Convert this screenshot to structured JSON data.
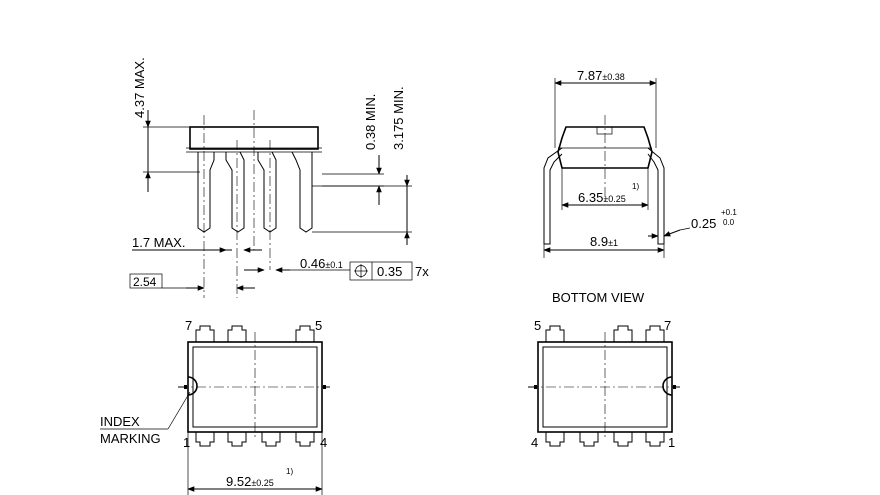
{
  "side_view": {
    "height_max": "4.37 MAX.",
    "standoff_min": "0.38 MIN.",
    "lead_length_min": "3.175 MIN.",
    "lead_width_max": "1.7 MAX.",
    "pitch": "2.54",
    "lead_thickness": "0.46",
    "lead_thickness_tol": "±0.1",
    "position_tolerance": "0.35",
    "position_count": "7x"
  },
  "end_view": {
    "row_spacing": "7.87",
    "row_spacing_tol": "±0.38",
    "body_width": "6.35",
    "body_width_tol": "±0.25",
    "body_width_note": "1)",
    "lead_spread": "8.9",
    "lead_spread_tol": "±1",
    "lead_width": "0.25",
    "lead_width_tol_upper": "+0.1",
    "lead_width_tol_lower": "0.0"
  },
  "top_view": {
    "pin_top_left": "7",
    "pin_top_right": "5",
    "pin_bottom_left": "1",
    "pin_bottom_right": "4",
    "index_label_line1": "INDEX",
    "index_label_line2": "MARKING",
    "body_length": "9.52",
    "body_length_tol": "±0.25",
    "body_length_note": "1)"
  },
  "bottom_view": {
    "title": "BOTTOM VIEW",
    "pin_top_left": "5",
    "pin_top_right": "7",
    "pin_bottom_left": "4",
    "pin_bottom_right": "1"
  }
}
